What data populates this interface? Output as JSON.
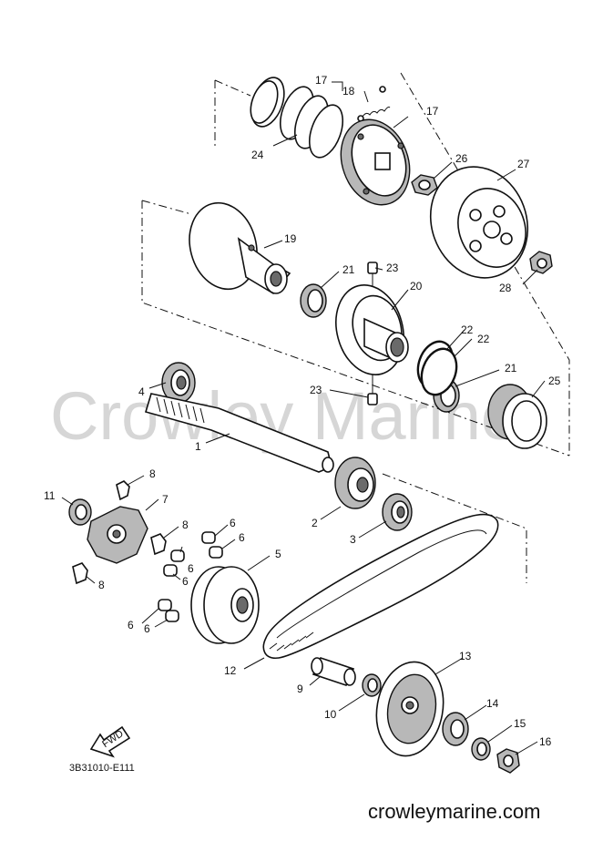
{
  "watermark": "Crowley Marine",
  "site": "crowleymarine.com",
  "diagram_code": "3B31010-E111",
  "fwd": "FWD",
  "labels": {
    "p1": "1",
    "p2": "2",
    "p3": "3",
    "p4": "4",
    "p5": "5",
    "p6": "6",
    "p7": "7",
    "p8": "8",
    "p9": "9",
    "p10": "10",
    "p11": "11",
    "p12": "12",
    "p13": "13",
    "p14": "14",
    "p15": "15",
    "p16": "16",
    "p17": "17",
    "p18": "18",
    "p19": "19",
    "p20": "20",
    "p21": "21",
    "p22": "22",
    "p23": "23",
    "p24": "24",
    "p25": "25",
    "p26": "26",
    "p27": "27",
    "p28": "28"
  }
}
